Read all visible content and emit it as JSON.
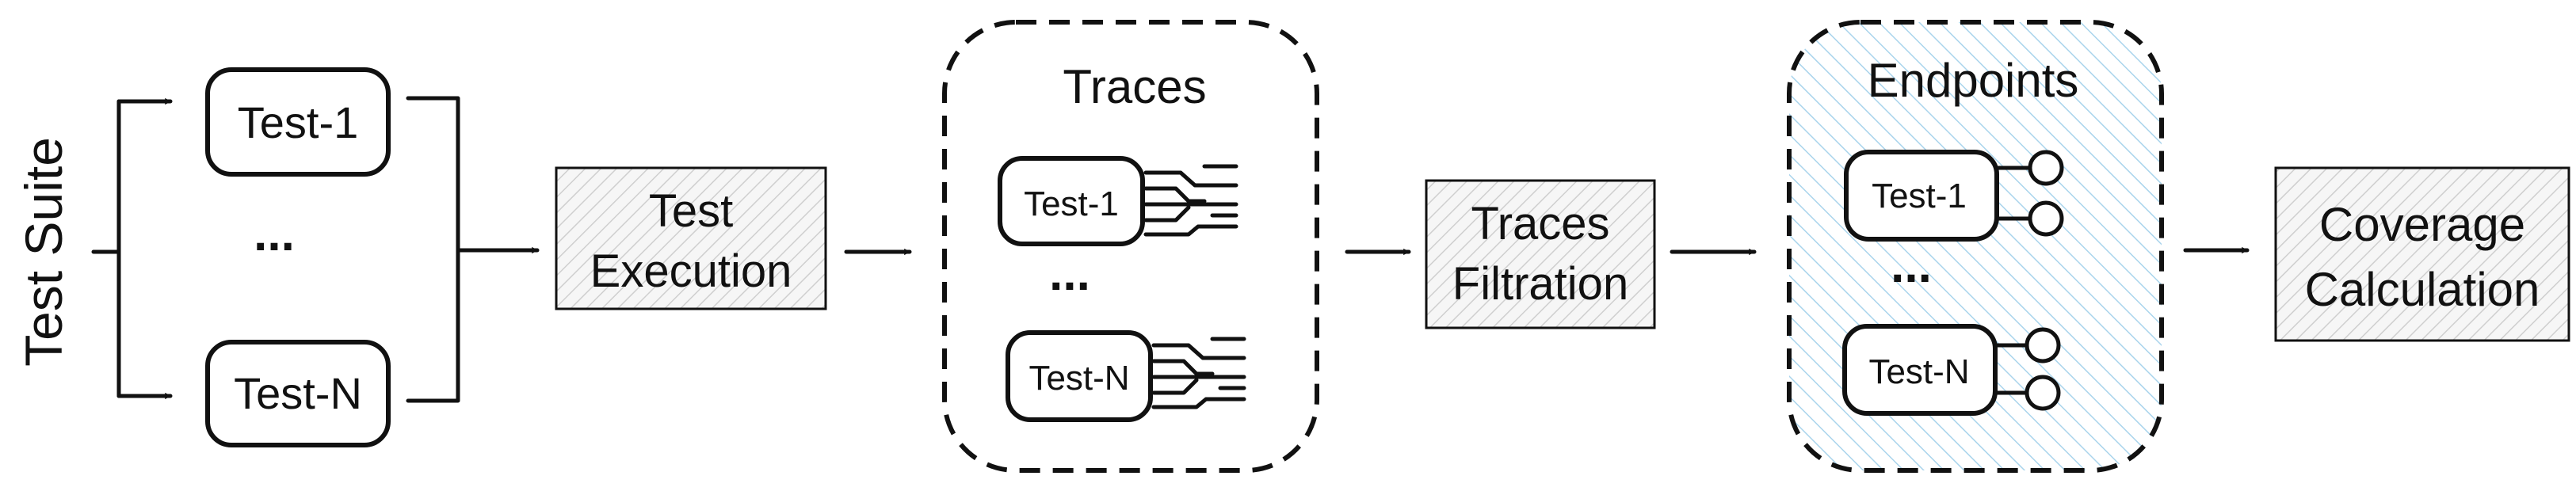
{
  "test_suite": {
    "label": "Test Suite",
    "first_test": "Test-1",
    "ellipsis": "...",
    "last_test": "Test-N"
  },
  "test_execution": {
    "line1": "Test",
    "line2": "Execution"
  },
  "traces": {
    "title": "Traces",
    "first_test": "Test-1",
    "ellipsis": "...",
    "last_test": "Test-N"
  },
  "traces_filtration": {
    "line1": "Traces",
    "line2": "Filtration"
  },
  "endpoints": {
    "title": "Endpoints",
    "first_test": "Test-1",
    "ellipsis": "...",
    "last_test": "Test-N",
    "fill_color": "#a9d4ec"
  },
  "coverage_calculation": {
    "line1": "Coverage",
    "line2": "Calculation"
  },
  "colors": {
    "stroke": "#111111",
    "hatched_box_fill": "#f4f4f4",
    "hatch_gray": "#cfcfcf",
    "hatch_blue": "#a9d4ec"
  }
}
